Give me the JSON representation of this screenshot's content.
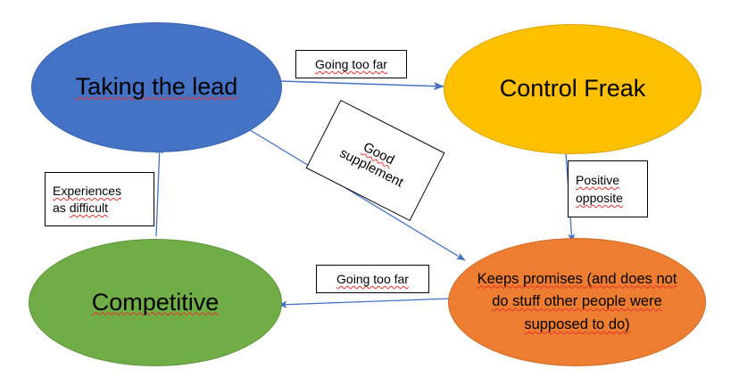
{
  "diagram": {
    "title": "Taking the lead / Control Freak / Competitive / Keeps promises concept map",
    "background_color": "#FFFFFF",
    "arrow_color": "#4472C4",
    "spellcheck_underline_color": "#E8312A"
  },
  "nodes": [
    {
      "id": "taking-the-lead",
      "label": "Taking the lead",
      "color": "#4472C4",
      "shape": "ellipse",
      "position": "top-left",
      "misspelled_segments": [
        "Taking the",
        "lead"
      ]
    },
    {
      "id": "control-freak",
      "label": "Control Freak",
      "color": "#FFC000",
      "shape": "ellipse",
      "position": "top-right",
      "misspelled_segments": []
    },
    {
      "id": "competitive",
      "label": "Competitive",
      "color": "#70AD47",
      "shape": "ellipse",
      "position": "bottom-left",
      "misspelled_segments": [
        "Competitive"
      ]
    },
    {
      "id": "keeps-promises",
      "label": "Keeps promises (and does not do stuff other people were supposed to do)",
      "lines": [
        "Keeps promises (and does not",
        "do stuff other people were",
        "supposed to do)"
      ],
      "color": "#ED7D31",
      "shape": "ellipse",
      "position": "bottom-right",
      "misspelled_segments": [
        "Keeps",
        "promises (and",
        "does not",
        "other people were",
        "supposed to",
        "do)"
      ]
    }
  ],
  "edge_labels": [
    {
      "id": "going-too-far-top",
      "lines": [
        "Going too far"
      ],
      "from": "taking-the-lead",
      "to": "control-freak",
      "rotated": false,
      "misspelled_segments": [
        "Going too"
      ]
    },
    {
      "id": "good-supplement",
      "lines": [
        "Good",
        "supplement"
      ],
      "from": "taking-the-lead",
      "to": "keeps-promises",
      "rotated": true,
      "rotation_degrees": 27,
      "misspelled_segments": [
        "Good"
      ]
    },
    {
      "id": "positive-opposite",
      "lines": [
        "Positive",
        "opposite"
      ],
      "from": "control-freak",
      "to": "keeps-promises",
      "rotated": false,
      "misspelled_segments": [
        "Positive",
        "opposite"
      ]
    },
    {
      "id": "experiences-as-difficult",
      "lines": [
        "Experiences",
        "as difficult"
      ],
      "from": "competitive",
      "to": "taking-the-lead",
      "rotated": false,
      "misspelled_segments": [
        "Experiences",
        "difficult"
      ]
    },
    {
      "id": "going-too-far-bottom",
      "lines": [
        "Going too far"
      ],
      "from": "keeps-promises",
      "to": "competitive",
      "rotated": false,
      "misspelled_segments": [
        "Going too"
      ]
    }
  ],
  "arrows": [
    {
      "id": "arrow-taking-the-lead-to-control-freak",
      "from": "taking-the-lead",
      "to": "control-freak",
      "direction": "right"
    },
    {
      "id": "arrow-taking-the-lead-to-keeps-promises",
      "from": "taking-the-lead",
      "to": "keeps-promises",
      "direction": "down-right"
    },
    {
      "id": "arrow-control-freak-to-keeps-promises",
      "from": "control-freak",
      "to": "keeps-promises",
      "direction": "down"
    },
    {
      "id": "arrow-competitive-to-taking-the-lead",
      "from": "competitive",
      "to": "taking-the-lead",
      "direction": "up"
    },
    {
      "id": "arrow-keeps-promises-to-competitive",
      "from": "keeps-promises",
      "to": "competitive",
      "direction": "left"
    }
  ]
}
